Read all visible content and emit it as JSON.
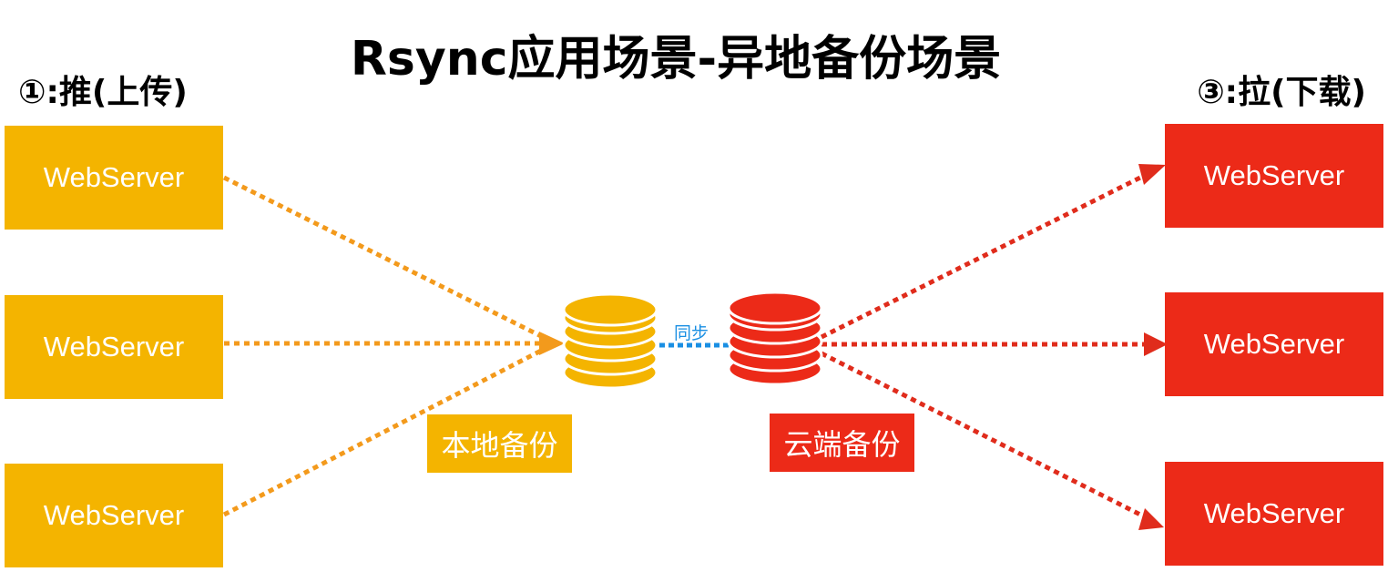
{
  "title": "Rsync应用场景-异地备份场景",
  "push_label": "①:推(上传)",
  "pull_label": "③:拉(下载)",
  "left_servers": [
    "WebServer",
    "WebServer",
    "WebServer"
  ],
  "right_servers": [
    "WebServer",
    "WebServer",
    "WebServer"
  ],
  "local_backup_label": "本地备份",
  "cloud_backup_label": "云端备份",
  "sync_label": "同步",
  "colors": {
    "yellow": "#f4b400",
    "orange_arrow": "#f39a1c",
    "red": "#ec2a18",
    "sync_blue": "#1a8fe3"
  }
}
